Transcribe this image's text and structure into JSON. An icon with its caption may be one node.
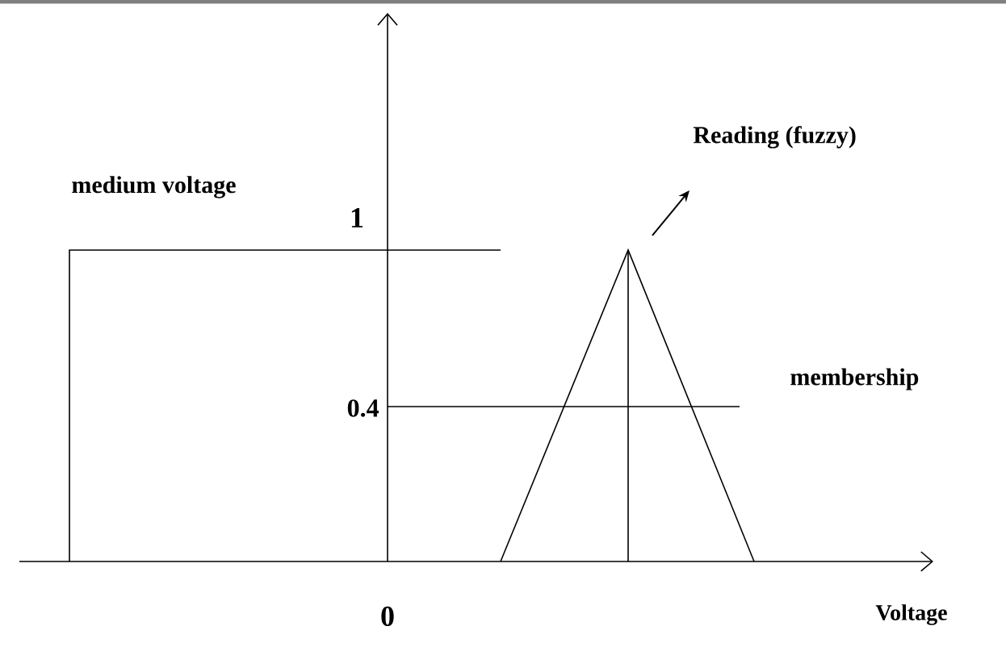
{
  "diagram": {
    "labels": [
      "Reading (fuzzy)",
      "medium voltage",
      "1",
      "membership",
      "0.4",
      "0",
      "Voltage"
    ]
  }
}
